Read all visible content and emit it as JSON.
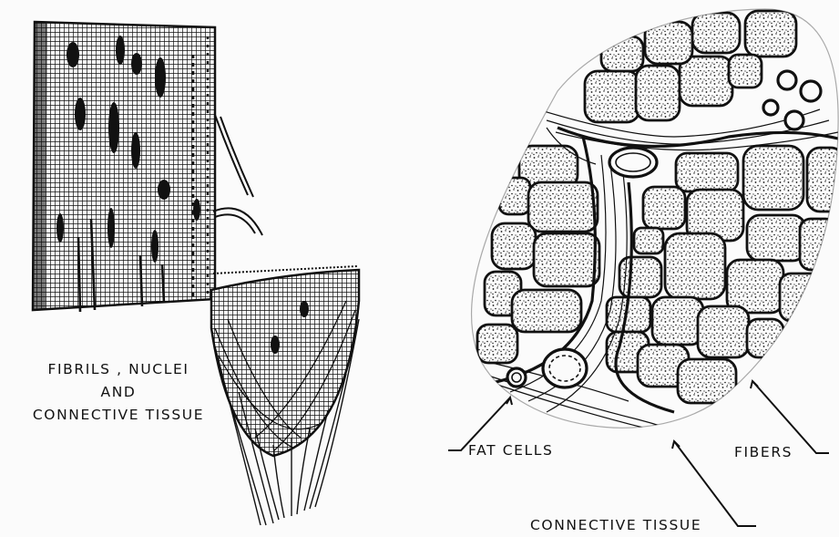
{
  "labels": {
    "left_line1": "FIBRILS , NUCLEI",
    "left_line2": "AND",
    "left_line3": "CONNECTIVE TISSUE",
    "fat_cells": "FAT CELLS",
    "fibers": "FIBERS",
    "connective_tissue": "CONNECTIVE  TISSUE"
  },
  "colors": {
    "ink": "#111111",
    "paper": "#fbfbfb"
  }
}
